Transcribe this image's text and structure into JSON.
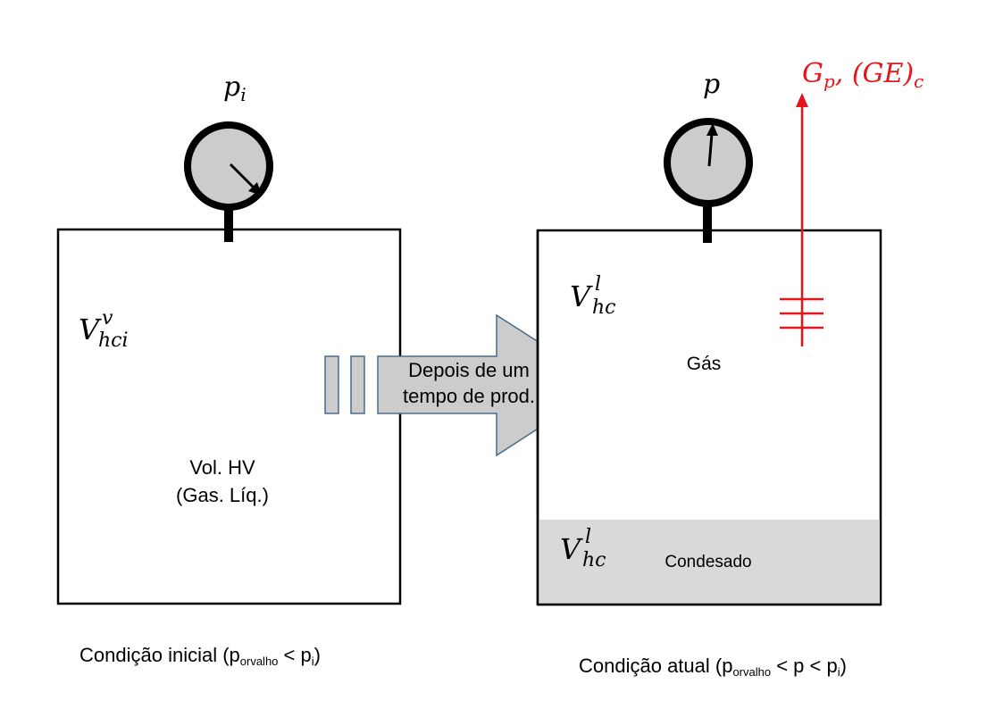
{
  "left_tank": {
    "gauge_label": "p",
    "gauge_label_sub": "i",
    "volume_symbol": "V",
    "volume_sup": "v",
    "volume_sub": "hci",
    "content_line1": "Vol. HV",
    "content_line2": "(Gas. Líq.)",
    "caption_prefix": "Condição inicial (p",
    "caption_sub1": "orvalho",
    "caption_mid": " < p",
    "caption_sub2": "i",
    "caption_suffix": ")"
  },
  "arrow": {
    "line1": "Depois de um",
    "line2": "tempo de prod."
  },
  "right_tank": {
    "gauge_label": "p",
    "gas_volume_symbol": "V",
    "gas_volume_sup": "l",
    "gas_volume_sub": "hc",
    "gas_label": "Gás",
    "condensate_volume_symbol": "V",
    "condensate_volume_sup": "l",
    "condensate_volume_sub": "hc",
    "condensate_label": "Condesado",
    "caption_prefix": "Condição atual (p",
    "caption_sub1": "orvalho",
    "caption_mid": " < p < p",
    "caption_sub2": "i",
    "caption_suffix": ")"
  },
  "production": {
    "label_G": "G",
    "label_G_sub": "p",
    "label_sep": ", (GE)",
    "label_GE_sub": "c"
  },
  "colors": {
    "production": "#e8141b",
    "gauge_fill": "#cccccc",
    "condensate_fill": "#d9d9d9",
    "arrow_fill": "#cccccc",
    "arrow_stroke": "#4a6b8a",
    "outline": "#000000"
  }
}
